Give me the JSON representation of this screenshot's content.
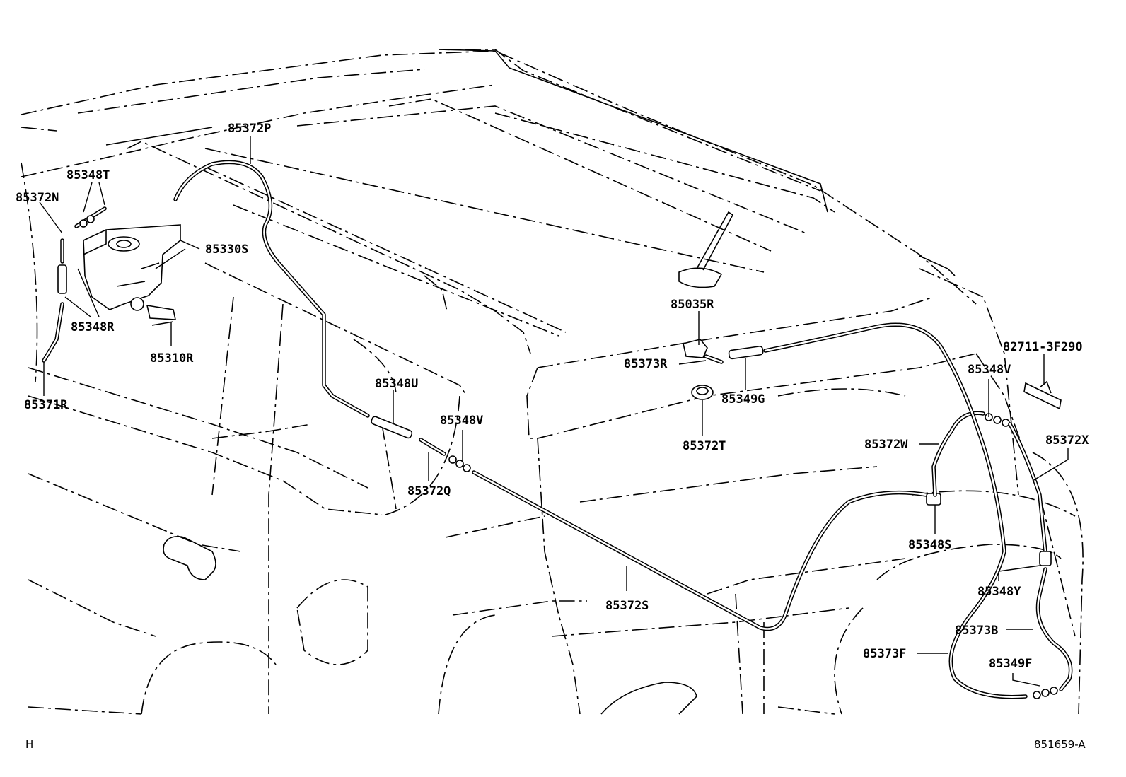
{
  "part_labels": {
    "p85372P": "85372P",
    "p85348T": "85348T",
    "p85372N": "85372N",
    "p85330S": "85330S",
    "p85348R": "85348R",
    "p85310R": "85310R",
    "p85371R": "85371R",
    "p85348U": "85348U",
    "p85348V_a": "85348V",
    "p85372Q": "85372Q",
    "p85035R": "85035R",
    "p85373R": "85373R",
    "p85349G": "85349G",
    "p85372T": "85372T",
    "p82711": "82711-3F290",
    "p85348V_b": "85348V",
    "p85372W": "85372W",
    "p85372X": "85372X",
    "p85348S": "85348S",
    "p85348Y": "85348Y",
    "p85373B": "85373B",
    "p85372S": "85372S",
    "p85373F": "85373F",
    "p85349F": "85349F"
  },
  "footer": {
    "left_code": "H",
    "figure_id": "851659-A"
  }
}
